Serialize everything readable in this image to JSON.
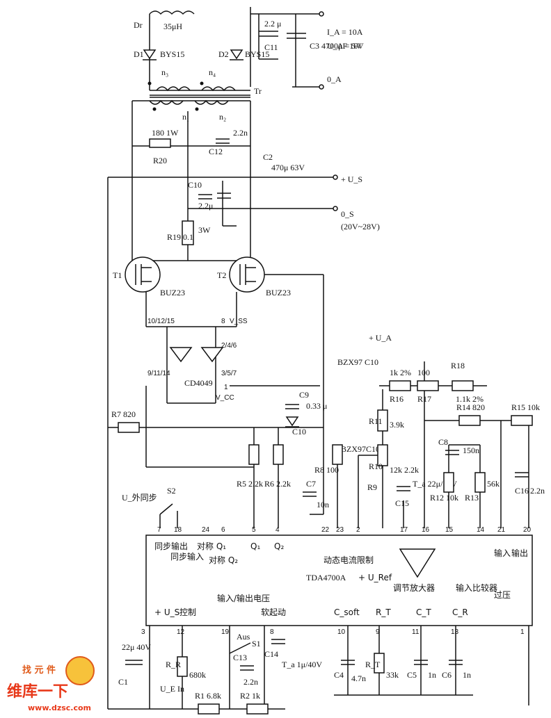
{
  "ic": {
    "name": "TDA4700A",
    "left_labels": [
      "同步输出",
      "同步输入",
      "对称 Q₁",
      "对称 Q₂",
      "Q₁",
      "Q₂",
      "动态电流限制",
      "+ U_Ref",
      "调节放大器",
      "输入比较器",
      "输入",
      "过压",
      "输出"
    ],
    "right_labels": [
      "+ U_S",
      "控制",
      "输入/输出电压",
      "软起动",
      "C_soft",
      "R_T",
      "C_T",
      "C_R"
    ],
    "top_pins": [
      "7",
      "18",
      "24",
      "6",
      "5",
      "4",
      "22",
      "23",
      "2",
      "17",
      "16",
      "15",
      "14",
      "21",
      "20"
    ],
    "bottom_pins": [
      "3",
      "12",
      "19",
      "8",
      "10",
      "9",
      "11",
      "13",
      "1"
    ]
  },
  "components": {
    "T1": {
      "name": "T1",
      "type": "BUZ23"
    },
    "T2": {
      "name": "T2",
      "type": "BUZ23"
    },
    "cd4049": "CD4049",
    "cd_pins": [
      "10/12/15",
      "9/11/14",
      "2/4/6",
      "3/5/7",
      "8",
      "V_SS",
      "V_CC",
      "1"
    ],
    "R1": "R1  6.8k",
    "R2": "R2  1k",
    "R5": "R5 2.2k",
    "R6": "R6  2.2k",
    "R7": "R7  820",
    "R8": "R8 100",
    "R9": "R9",
    "R10": "R10",
    "R10v": "12k 2.2k",
    "R11": "R11",
    "R11v": "3.9k",
    "R12": "R12 10k",
    "R13": "R13",
    "R13v": "56k",
    "R14": "R14  820",
    "R15": "R15  10k",
    "R16": "R16",
    "R16v": "1k  2%",
    "R17": "R17",
    "R17v": "100",
    "R18": "R18",
    "R18v": "1.1k  2%",
    "R19": "R19 0.1",
    "R19v": "3W",
    "R20": "R20",
    "R20v": "180  1W",
    "RR": "R_R",
    "RRv": "680k",
    "RT": "R_T",
    "RTv": "33k",
    "C1": "C1",
    "C1v": "22μ  40V",
    "C2": "C2",
    "C2v": "470μ 63V",
    "C3": "C3 4700μF 16V",
    "C4": "C4",
    "C4v": "4.7n",
    "C5": "C5",
    "C5v": "1n",
    "C6": "C6",
    "C6v": "1n",
    "C7": "C7",
    "C7v": "10n",
    "C8": "C8",
    "C8v": "150n",
    "C9": "C9",
    "C9v": "0.33 μ",
    "C10": "C10",
    "C10v": "2.2μ",
    "C11": "C11",
    "C11v": "2.2 μ",
    "C12": "C12",
    "C12v": "2.2n",
    "C13": "C13",
    "C13v": "2.2n",
    "C14": "C14",
    "C14v": "T_a 1μ/40V",
    "C15": "C15",
    "C15v": "T_a 22μ/16V",
    "C16": "C16",
    "C16v": "2.2n",
    "D1": "D1",
    "D2": "D2",
    "D1t": "BYS15",
    "D2t": "BYS15",
    "Dr": "Dr",
    "Drv": "35μH",
    "Tr": "Tr",
    "n1": "n₁",
    "n2": "n₂",
    "n3": "n₃",
    "n4": "n₄",
    "Z1": "C10",
    "Z1t": "BZX97C10",
    "Z2t": "BZX97 C10",
    "S1": "S1",
    "S2": "S2",
    "Aus": "Aus",
    "Us": "+ U_S",
    "Os": "0_S",
    "Urange": "(20V~28V)",
    "IA": "I_A = 10A",
    "UA": "U_A = 5V",
    "OA": "0_A",
    "UAplus": "+ U_A",
    "Uext": "U_外同步",
    "UEin": "U_E In"
  },
  "watermark": {
    "site": "www.dzsc.com",
    "cn": "维库一下",
    "badge": "找 元 件"
  }
}
